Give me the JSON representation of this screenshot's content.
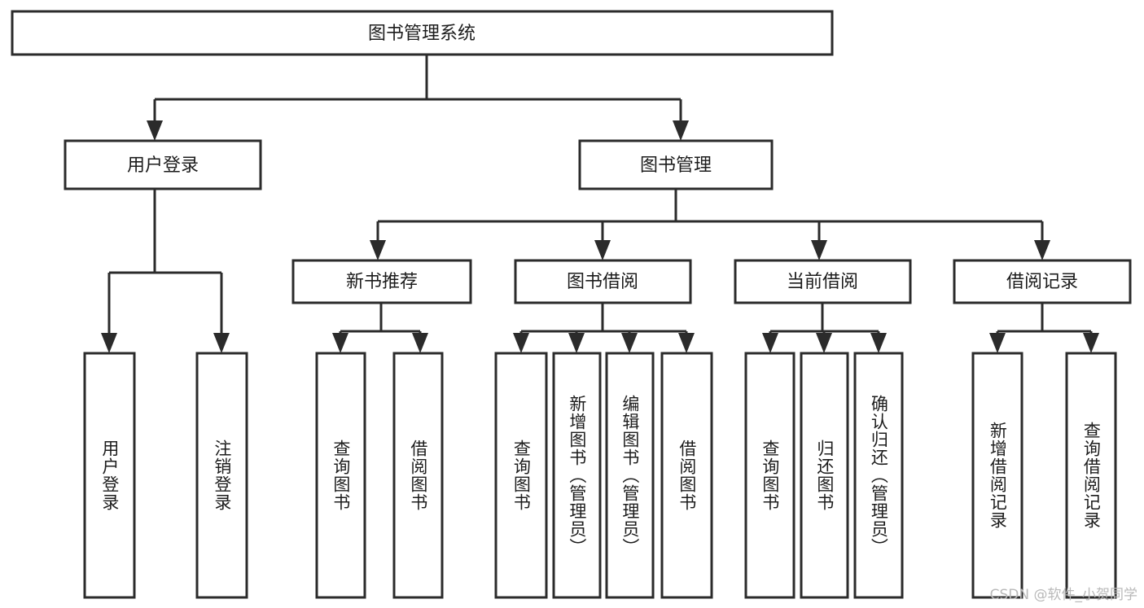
{
  "diagram": {
    "type": "tree",
    "title": "图书管理系统",
    "root": {
      "label": "图书管理系统"
    },
    "level2": [
      {
        "label": "用户登录"
      },
      {
        "label": "图书管理"
      }
    ],
    "level3": [
      {
        "label": "新书推荐"
      },
      {
        "label": "图书借阅"
      },
      {
        "label": "当前借阅"
      },
      {
        "label": "借阅记录"
      }
    ],
    "leaves": [
      {
        "label": "用户登录"
      },
      {
        "label": "注销登录"
      },
      {
        "label": "查询图书"
      },
      {
        "label": "借阅图书"
      },
      {
        "label": "查询图书"
      },
      {
        "label": "新增图书（管理员）"
      },
      {
        "label": "编辑图书（管理员）"
      },
      {
        "label": "借阅图书"
      },
      {
        "label": "查询图书"
      },
      {
        "label": "归还图书"
      },
      {
        "label": "确认归还（管理员）"
      },
      {
        "label": "新增借阅记录"
      },
      {
        "label": "查询借阅记录"
      }
    ]
  },
  "watermark": {
    "text": "CSDN @软件_小贺同学"
  },
  "colors": {
    "box_stroke": "#2b2b2b",
    "box_fill": "#ffffff",
    "text": "#1c1c1c",
    "watermark": "#b9b9b9",
    "background": "#ffffff"
  }
}
